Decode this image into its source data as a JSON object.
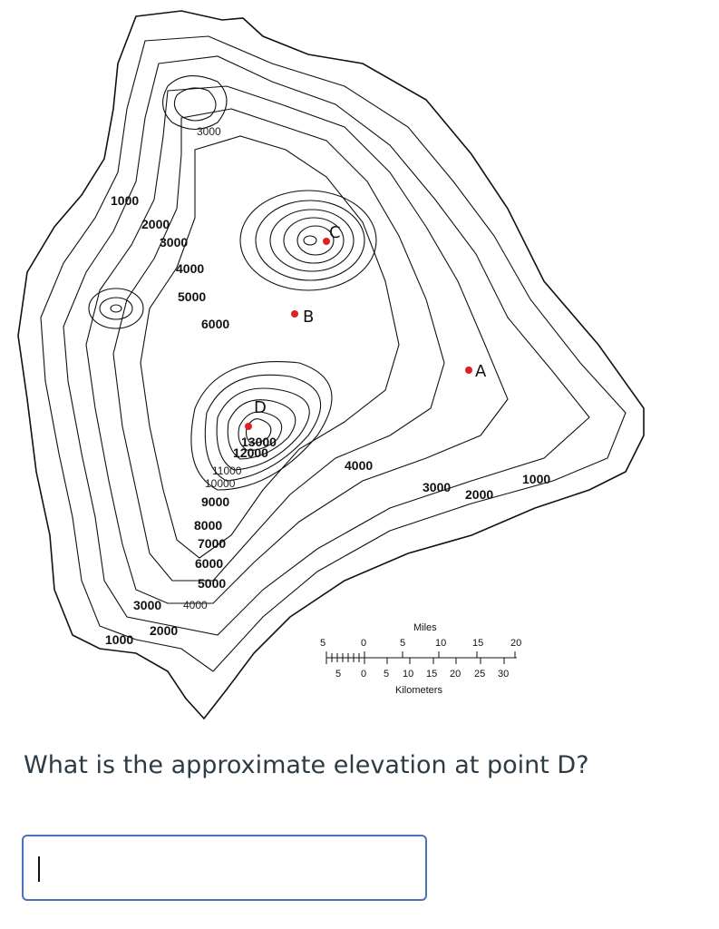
{
  "map": {
    "contour_labels": {
      "nw_3000": "3000",
      "w_1000": "1000",
      "w_2000": "2000",
      "w_3000": "3000",
      "w_4000": "4000",
      "w_5000": "5000",
      "w_6000": "6000",
      "d_13000": "13000",
      "d_12000": "12000",
      "d_11000": "11000",
      "d_10000": "10000",
      "s_9000": "9000",
      "s_8000": "8000",
      "s_7000": "7000",
      "s_6000": "6000",
      "s_5000": "5000",
      "s_3000": "3000",
      "s_4000": "4000",
      "s_2000": "2000",
      "s_1000": "1000",
      "e_4000": "4000",
      "e_3000": "3000",
      "e_2000": "2000",
      "e_1000": "1000"
    },
    "points": {
      "A": "A",
      "B": "B",
      "C": "C",
      "D": "D"
    },
    "point_color": "#e02020",
    "scale": {
      "miles_label": "Miles",
      "miles_ticks": [
        "5",
        "0",
        "5",
        "10",
        "15",
        "20"
      ],
      "km_label": "Kilometers",
      "km_ticks": [
        "5",
        "0",
        "5",
        "10",
        "15",
        "20",
        "25",
        "30"
      ]
    }
  },
  "question": {
    "text": "What is the approximate elevation at point D?"
  },
  "answer": {
    "value": ""
  }
}
